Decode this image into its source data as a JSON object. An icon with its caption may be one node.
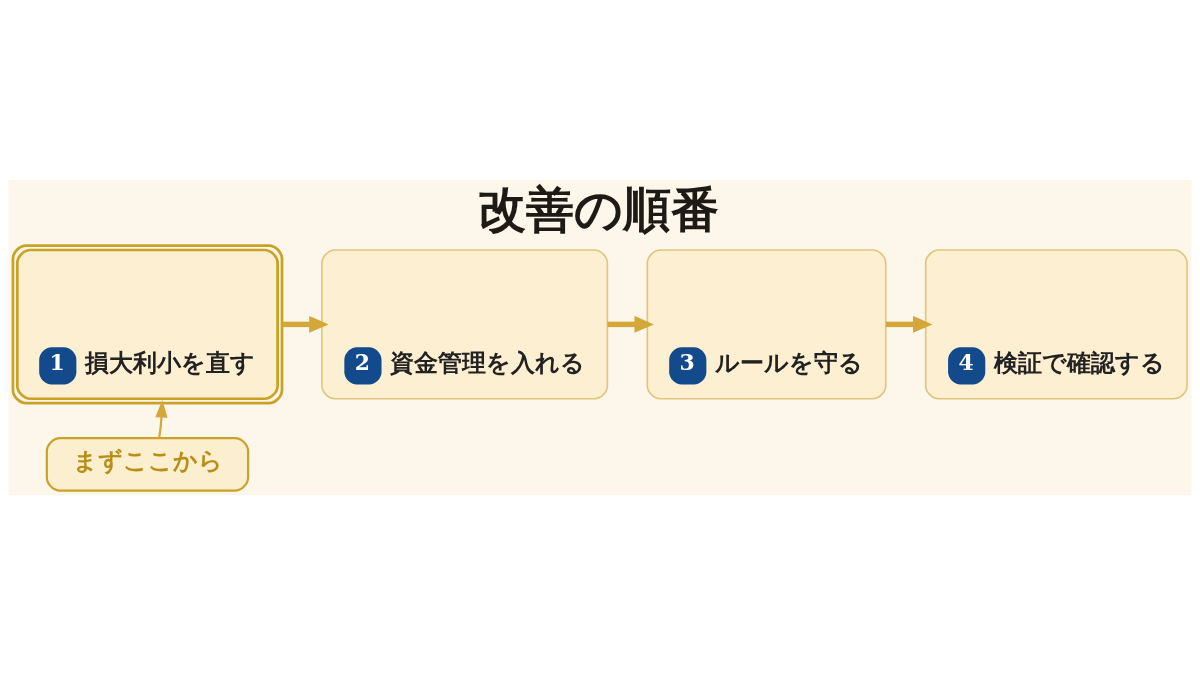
{
  "diagram": {
    "title": "改善の順番",
    "nodes": [
      {
        "text": [
          "1",
          "損大利小を直す"
        ]
      },
      {
        "text": [
          "2",
          "資金管理を入れる"
        ]
      },
      {
        "text": [
          "3",
          "ルールを守る"
        ]
      },
      {
        "text": [
          "4",
          "検証で確認する"
        ]
      },
      {
        "text": [
          "まずここから"
        ]
      }
    ],
    "edges": [
      {
        "from": 0,
        "to": 1,
        "arrow": "to"
      },
      {
        "from": 1,
        "to": 2,
        "arrow": "to"
      },
      {
        "from": 2,
        "to": 3,
        "arrow": "to"
      },
      {
        "from": 4,
        "to": 0,
        "arrow": "to"
      }
    ]
  }
}
